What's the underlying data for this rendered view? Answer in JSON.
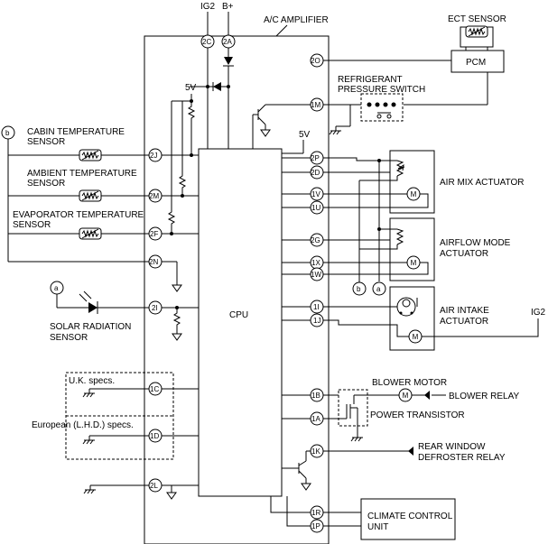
{
  "top_labels": {
    "ig2": "IG2",
    "bplus": "B+",
    "amplifier": "A/C AMPLIFIER"
  },
  "sensors": {
    "ect": "ECT SENSOR",
    "pcm": "PCM",
    "refrigerant": [
      "REFRIGERANT",
      "PRESSURE SWITCH"
    ],
    "cabin": [
      "CABIN TEMPERATURE",
      "SENSOR"
    ],
    "ambient": [
      "AMBIENT TEMPERATURE",
      "SENSOR"
    ],
    "evaporator": [
      "EVAPORATOR TEMPERATURE",
      "SENSOR"
    ],
    "solar": [
      "SOLAR RADIATION",
      "SENSOR"
    ]
  },
  "supply": {
    "v5_a": "5V",
    "v5_b": "5V",
    "ig2_right": "IG2"
  },
  "cpu": "CPU",
  "actuators": {
    "air_mix": "AIR MIX ACTUATOR",
    "airflow": [
      "AIRFLOW MODE",
      "ACTUATOR"
    ],
    "intake": [
      "AIR INTAKE",
      "ACTUATOR"
    ]
  },
  "specs": {
    "uk": "U.K. specs.",
    "eu": "European (L.H.D.) specs."
  },
  "blower": {
    "motor": "BLOWER MOTOR",
    "relay": "BLOWER RELAY",
    "transistor": "POWER TRANSISTOR"
  },
  "rear": [
    "REAR WINDOW",
    "DEFROSTER RELAY"
  ],
  "climate": [
    "CLIMATE CONTROL",
    "UNIT"
  ],
  "markers": {
    "b": "b",
    "a": "a"
  },
  "pins": {
    "p2C": "2C",
    "p2A": "2A",
    "p2O": "2O",
    "p1M": "1M",
    "p2J": "2J",
    "p2M": "2M",
    "p2F": "2F",
    "p2N": "2N",
    "p2I": "2I",
    "p1C": "1C",
    "p1D": "1D",
    "p2L": "2L",
    "p2P": "2P",
    "p2D": "2D",
    "p1V": "1V",
    "p1U": "1U",
    "p2G": "2G",
    "p1X": "1X",
    "p1W": "1W",
    "p1I": "1I",
    "p1J": "1J",
    "p1B": "1B",
    "p1A": "1A",
    "p1K": "1K",
    "p1R": "1R",
    "p1P": "1P"
  }
}
